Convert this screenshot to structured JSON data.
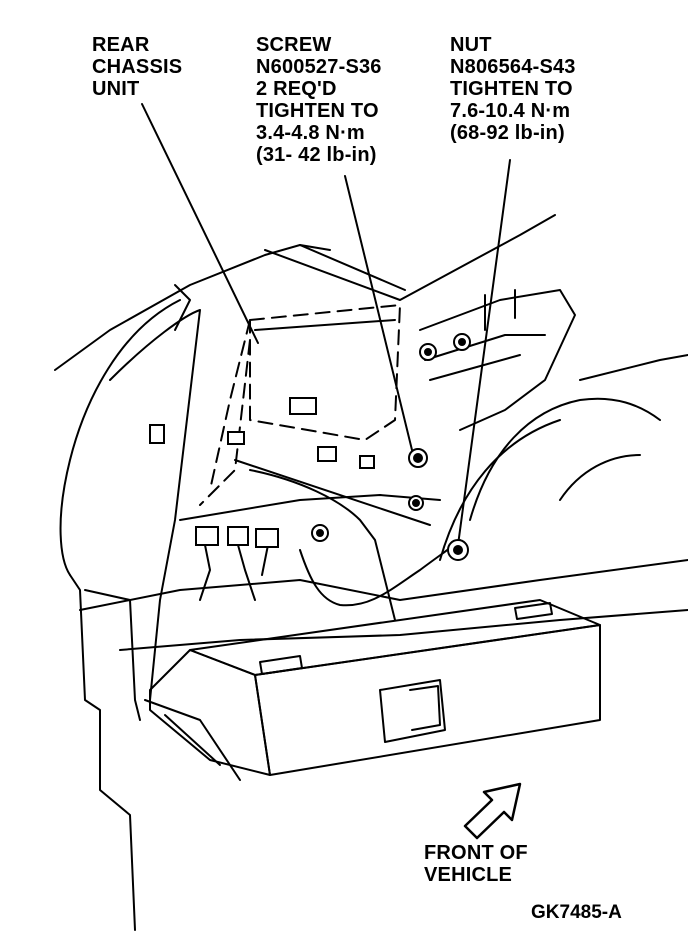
{
  "callouts": {
    "rear_chassis": [
      "REAR",
      "CHASSIS",
      "UNIT"
    ],
    "screw": [
      "SCREW",
      "N600527-S36",
      "2 REQ'D",
      "TIGHTEN TO",
      "3.4-4.8 N·m",
      "(31- 42 lb-in)"
    ],
    "nut": [
      "NUT",
      "N806564-S43",
      "TIGHTEN TO",
      "7.6-10.4 N·m",
      "(68-92 lb-in)"
    ],
    "front": [
      "FRONT OF",
      "VEHICLE"
    ]
  },
  "figure_id": "GK7485-A",
  "colors": {
    "ink": "#000000",
    "paper": "#ffffff"
  }
}
